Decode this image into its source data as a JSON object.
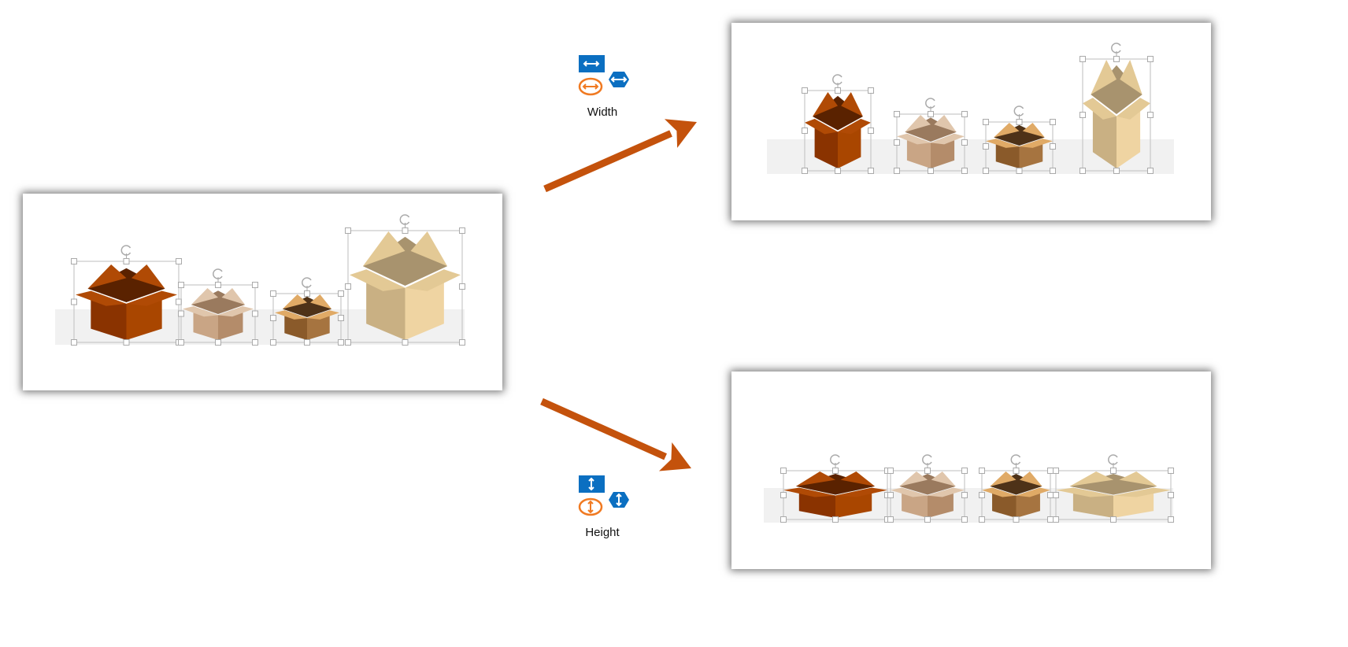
{
  "labels": {
    "width": "Width",
    "height": "Height"
  },
  "colors": {
    "arrow": "#c4520c",
    "icon_blue": "#0b6fc1",
    "icon_orange": "#f07a22",
    "band": "#f1f1f1",
    "selection": "#c8c8c8"
  },
  "icons": {
    "width": [
      "rectangle-horizontal-arrow-icon",
      "hexagon-horizontal-arrow-icon",
      "ellipse-horizontal-arrow-icon"
    ],
    "height": [
      "rectangle-vertical-arrow-icon",
      "hexagon-vertical-arrow-icon",
      "ellipse-vertical-arrow-icon"
    ]
  },
  "panels": [
    {
      "name": "original",
      "boxes": [
        "dark-brown-box",
        "tan-box",
        "brown-box",
        "light-box"
      ]
    },
    {
      "name": "width-matched",
      "boxes": [
        "dark-brown-box",
        "tan-box",
        "brown-box",
        "light-box"
      ]
    },
    {
      "name": "height-matched",
      "boxes": [
        "dark-brown-box",
        "tan-box",
        "brown-box",
        "light-box"
      ]
    }
  ]
}
